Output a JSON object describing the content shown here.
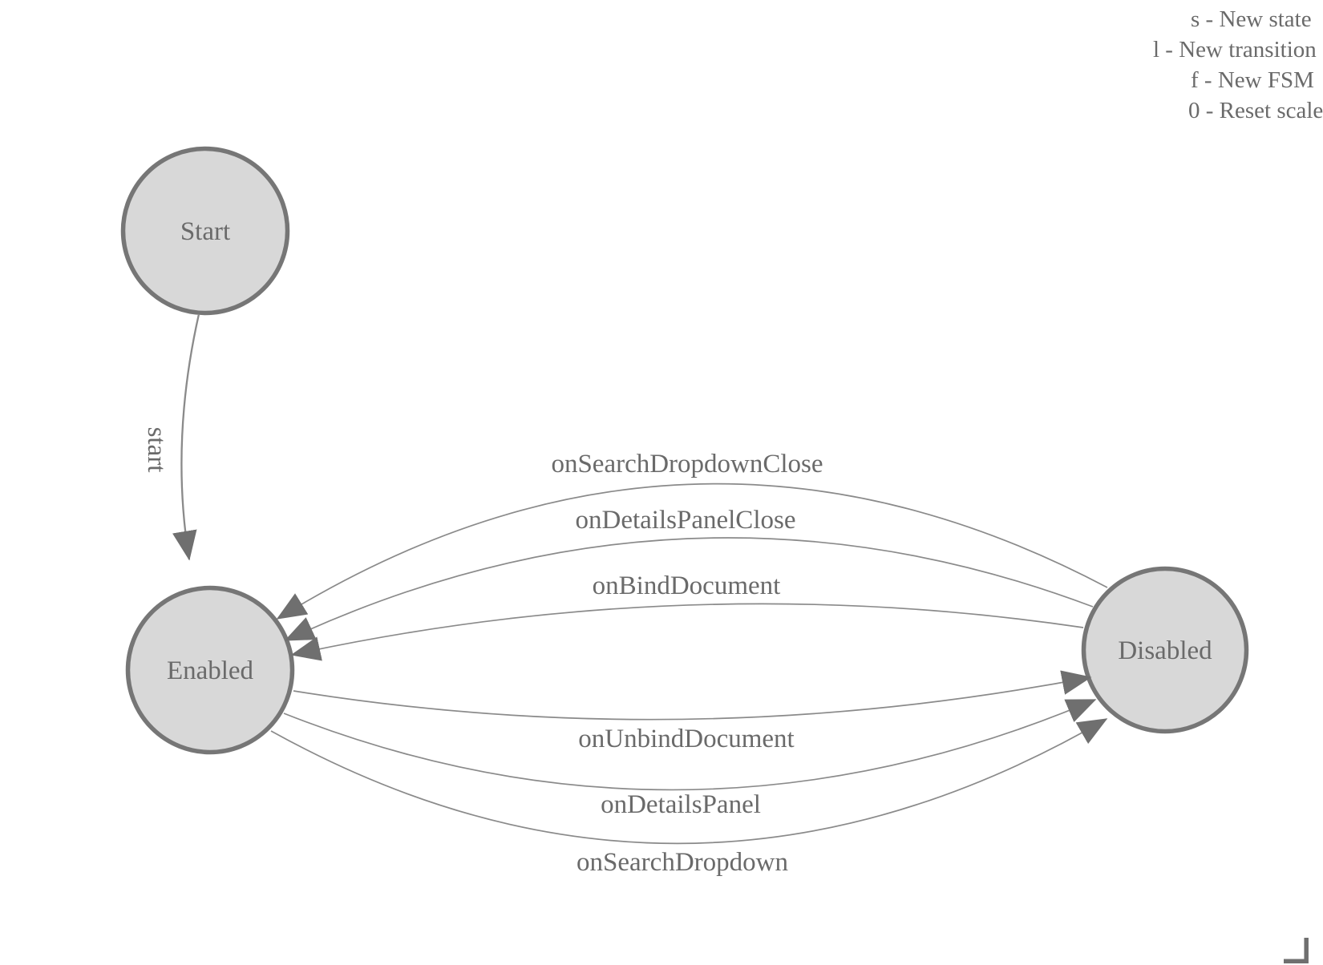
{
  "legend": {
    "lines": [
      {
        "text": "s - New state"
      },
      {
        "text": "l - New transition"
      },
      {
        "text": "f - New FSM"
      },
      {
        "text": "0 - Reset scale"
      }
    ]
  },
  "states": [
    {
      "id": "start",
      "label": "Start"
    },
    {
      "id": "enabled",
      "label": "Enabled"
    },
    {
      "id": "disabled",
      "label": "Disabled"
    }
  ],
  "transitions": [
    {
      "label": "start",
      "from": "start",
      "to": "enabled"
    },
    {
      "label": "onSearchDropdownClose",
      "from": "disabled",
      "to": "enabled"
    },
    {
      "label": "onDetailsPanelClose",
      "from": "disabled",
      "to": "enabled"
    },
    {
      "label": "onBindDocument",
      "from": "disabled",
      "to": "enabled"
    },
    {
      "label": "onUnbindDocument",
      "from": "enabled",
      "to": "disabled"
    },
    {
      "label": "onDetailsPanel",
      "from": "enabled",
      "to": "disabled"
    },
    {
      "label": "onSearchDropdown",
      "from": "enabled",
      "to": "disabled"
    }
  ],
  "colors": {
    "background": "#ffffff",
    "state_fill": "#d8d8d8",
    "state_stroke": "#767676",
    "edge_line": "#8a8a8a",
    "arrowhead": "#6f6f6f",
    "label_text": "#6a6a6a"
  }
}
